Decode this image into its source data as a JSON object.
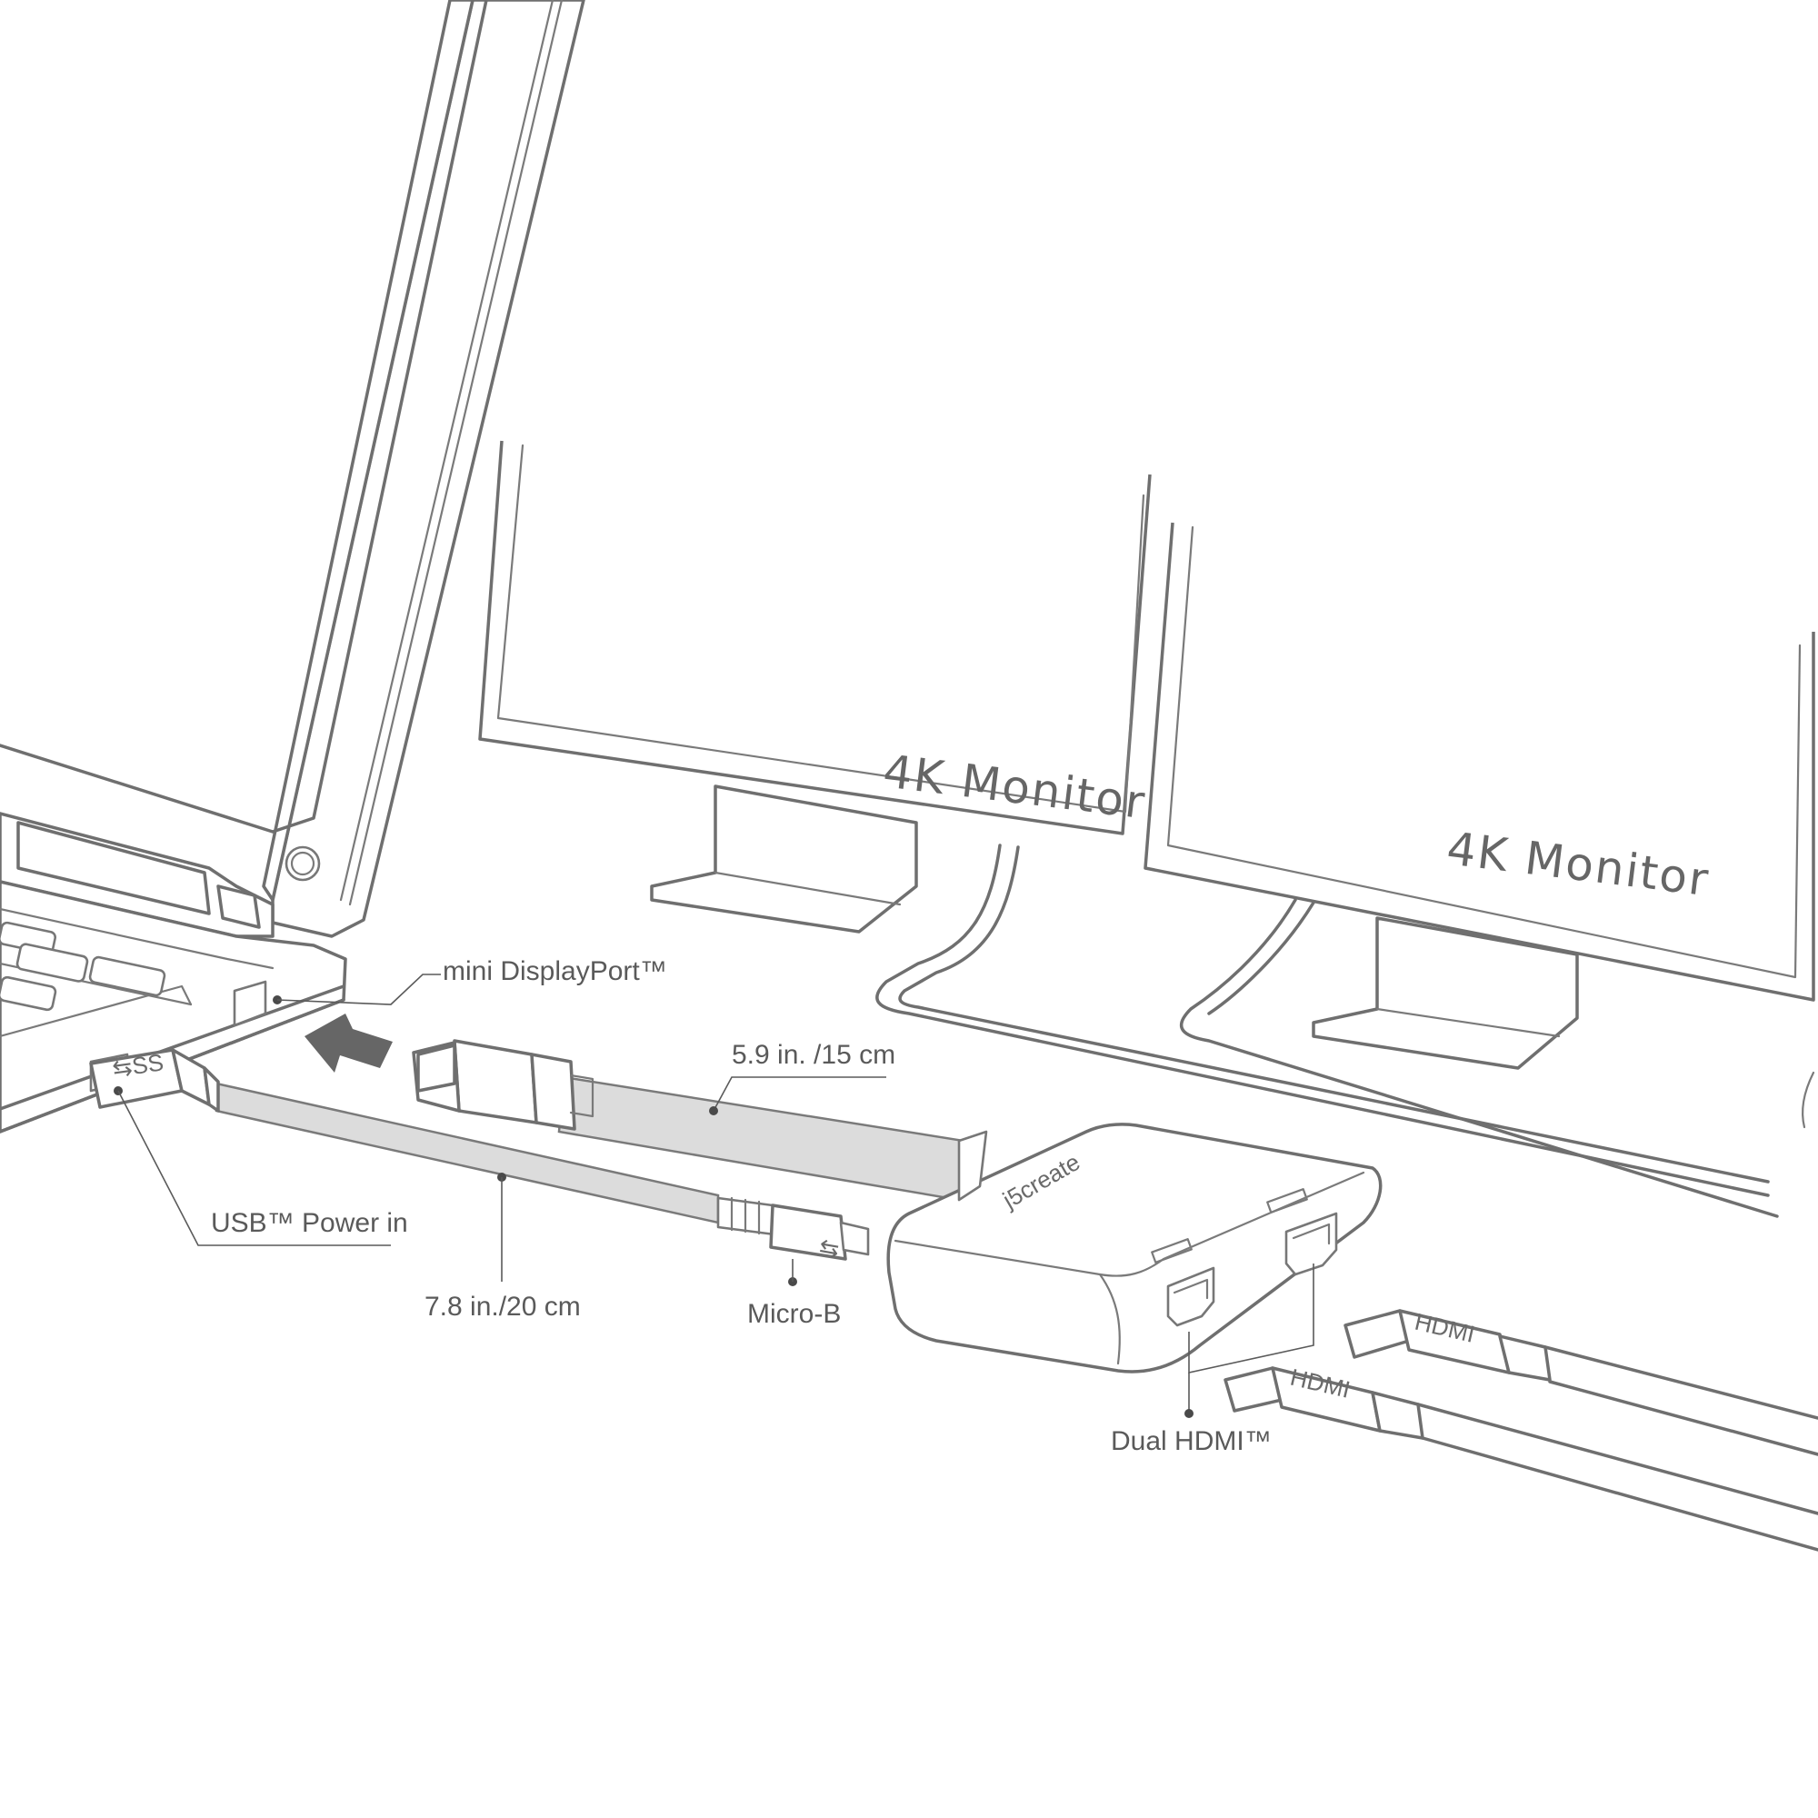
{
  "monitors": [
    {
      "label": "4K Monitor"
    },
    {
      "label": "4K Monitor"
    }
  ],
  "labels": {
    "mini_displayport": "mini DisplayPort™",
    "cable_short": "5.9 in. /15 cm",
    "usb_power": "USB™ Power in",
    "cable_long": "7.8 in./20 cm",
    "micro_b": "Micro-B",
    "dual_hdmi": "Dual HDMI™"
  },
  "adapter": {
    "brand": "j5create"
  },
  "colors": {
    "line": "#6f6f6f",
    "cable_fill": "#dcdcdc",
    "arrow": "#666666",
    "text": "#5a5a5a"
  }
}
